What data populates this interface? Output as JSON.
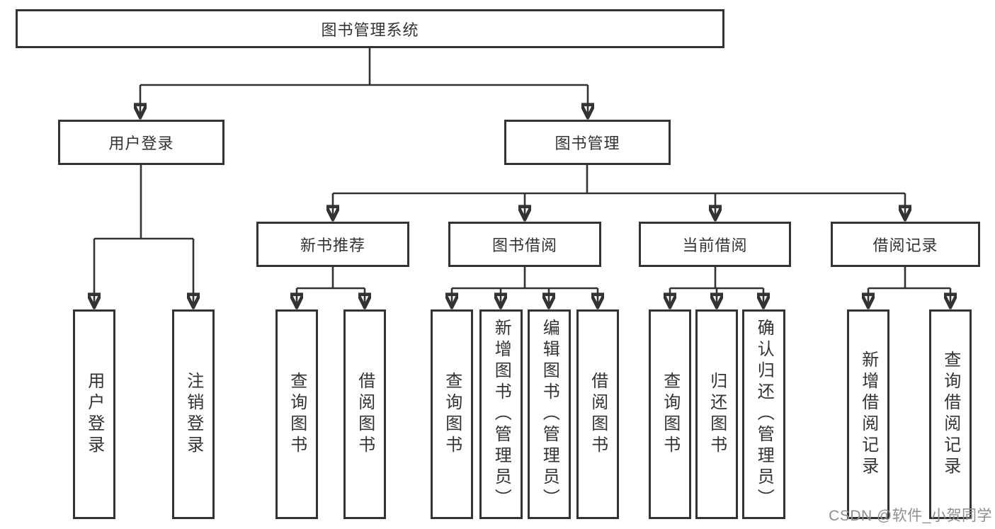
{
  "tree": {
    "label": "图书管理系统",
    "children": [
      {
        "label": "用户登录",
        "children": [
          {
            "label": "用户登录"
          },
          {
            "label": "注销登录"
          }
        ]
      },
      {
        "label": "图书管理",
        "children": [
          {
            "label": "新书推荐",
            "children": [
              {
                "label": "查询图书"
              },
              {
                "label": "借阅图书"
              }
            ]
          },
          {
            "label": "图书借阅",
            "children": [
              {
                "label": "查询图书"
              },
              {
                "label": "新增图书（管理员）"
              },
              {
                "label": "编辑图书（管理员）"
              },
              {
                "label": "借阅图书"
              }
            ]
          },
          {
            "label": "当前借阅",
            "children": [
              {
                "label": "查询图书"
              },
              {
                "label": "归还图书"
              },
              {
                "label": "确认归还（管理员）"
              }
            ]
          },
          {
            "label": "借阅记录",
            "children": [
              {
                "label": "新增借阅记录"
              },
              {
                "label": "查询借阅记录"
              }
            ]
          }
        ]
      }
    ]
  },
  "watermark": {
    "text": "CSDN @软件_小贺同学"
  },
  "colors": {
    "line": "#333333",
    "box_border": "#333333",
    "text": "#333333",
    "background": "#ffffff",
    "watermark": "#8f8f8f"
  }
}
